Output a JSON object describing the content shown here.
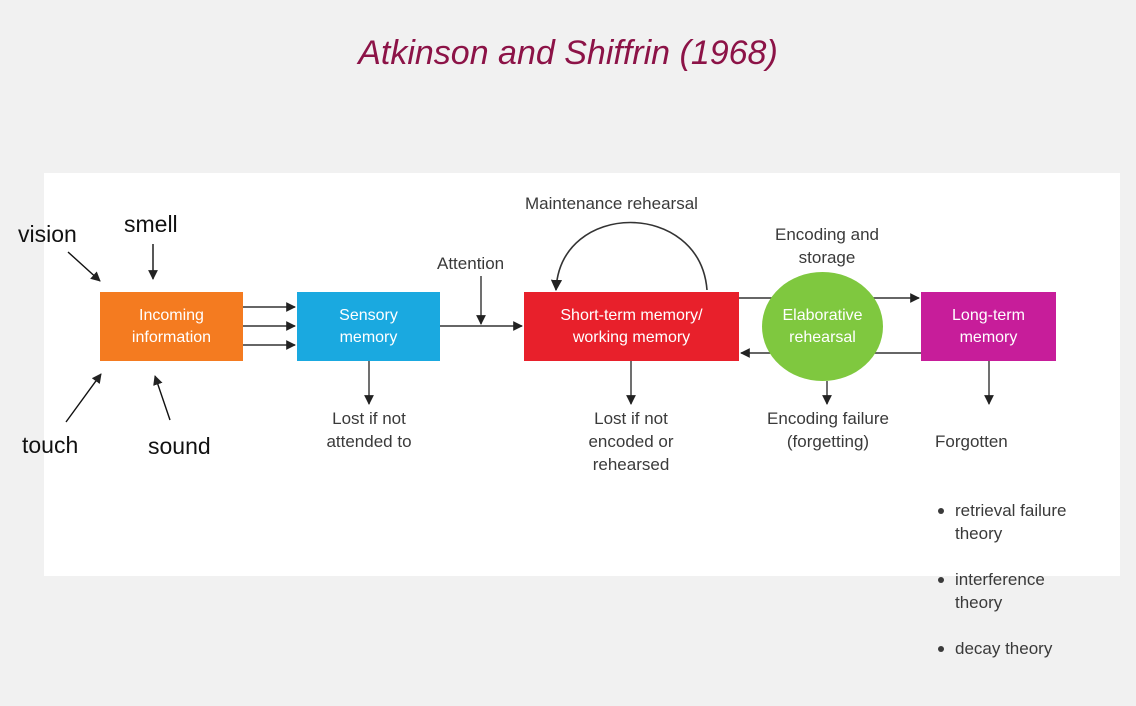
{
  "title": "Atkinson and Shiffrin (1968)",
  "senses": {
    "vision": "vision",
    "smell": "smell",
    "touch": "touch",
    "sound": "sound"
  },
  "boxes": {
    "incoming": {
      "label": "Incoming\ninformation",
      "color": "#f47b20"
    },
    "sensory": {
      "label": "Sensory\nmemory",
      "color": "#1aa9e0"
    },
    "short_term": {
      "label": "Short-term memory/\nworking memory",
      "color": "#e8202b"
    },
    "elaborative": {
      "label": "Elaborative\nrehearsal",
      "color": "#7fc83f"
    },
    "long_term": {
      "label": "Long-term\nmemory",
      "color": "#c71d9a"
    }
  },
  "labels": {
    "maintenance": "Maintenance rehearsal",
    "attention": "Attention",
    "encoding_storage": "Encoding and\nstorage",
    "lost_sensory": "Lost if not\nattended to",
    "lost_short_term": "Lost if not\nencoded or\nrehearsed",
    "encoding_failure": "Encoding failure\n(forgetting)",
    "forgotten": "Forgotten",
    "forgotten_reasons": [
      "retrieval failure\ntheory",
      "interference\ntheory",
      "decay theory"
    ]
  }
}
